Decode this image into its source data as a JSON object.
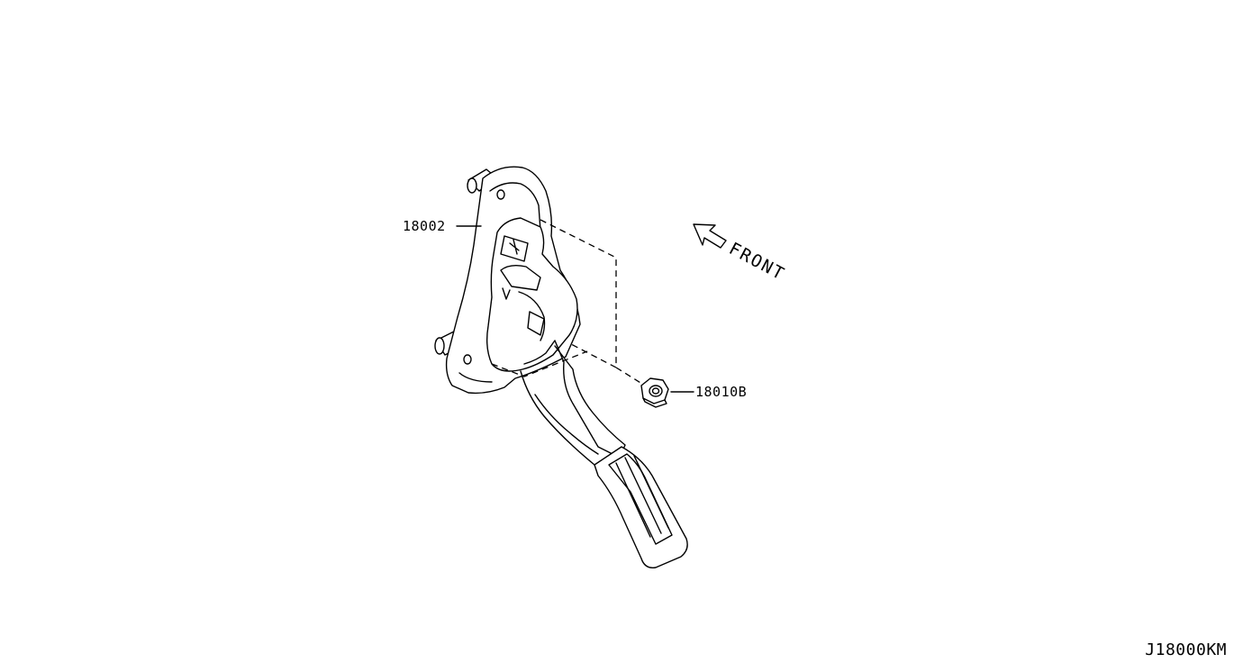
{
  "diagram": {
    "parts": [
      {
        "part_number": "18002"
      },
      {
        "part_number": "18010B"
      }
    ],
    "direction_label": "FRONT",
    "diagram_id": "J18000KM"
  }
}
